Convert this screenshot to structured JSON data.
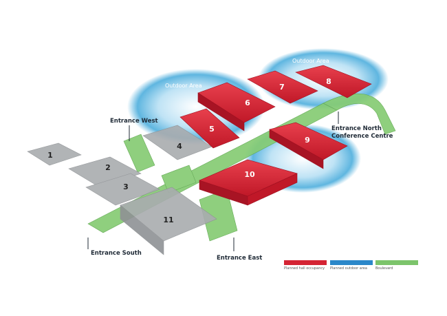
{
  "colors": {
    "hall": "#d42434",
    "outdoor": "#2b87c9",
    "boulevard": "#7cc46b",
    "existing_hall": "#a9acaf"
  },
  "halls": [
    "1",
    "2",
    "3",
    "4",
    "5",
    "6",
    "7",
    "8",
    "9",
    "10",
    "11"
  ],
  "outdoor_areas": [
    "Outdoor Area",
    "Outdoor Area"
  ],
  "entrances": {
    "west": "Entrance West",
    "north": "Entrance North",
    "conference": "Conference Centre",
    "south": "Entrance South",
    "east": "Entrance East"
  },
  "legend": [
    {
      "label": "Planned hall occupancy",
      "color": "#d42434"
    },
    {
      "label": "Planned outdoor area",
      "color": "#2b87c9"
    },
    {
      "label": "Boulevard",
      "color": "#7cc46b"
    }
  ]
}
